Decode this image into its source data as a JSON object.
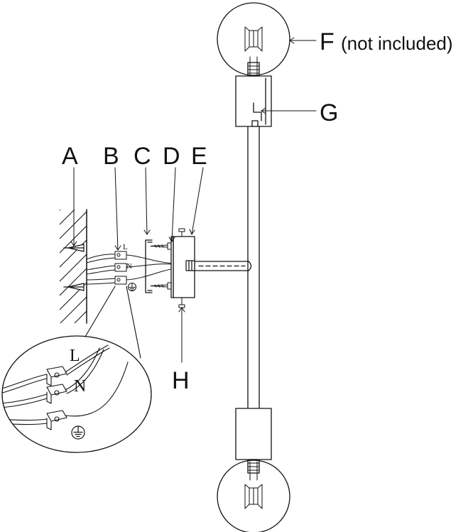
{
  "callouts": {
    "A": "A",
    "B": "B",
    "C": "C",
    "D": "D",
    "E": "E",
    "F": "F",
    "F_note": "(not included)",
    "G": "G",
    "H": "H"
  },
  "wire_labels": {
    "live": "L",
    "neutral": "N"
  },
  "icons": {
    "ground": "earth-ground-symbol"
  }
}
